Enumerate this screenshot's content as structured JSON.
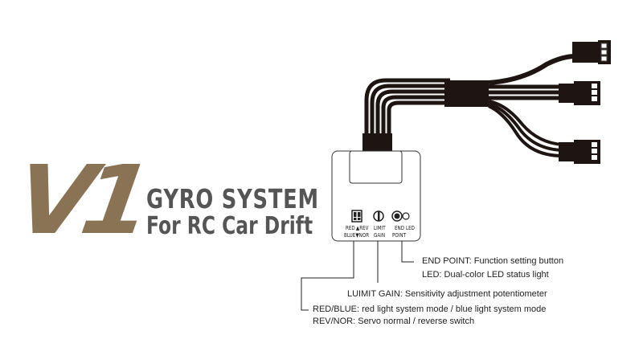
{
  "logo": {
    "mark": "V1",
    "color": "#8a7355"
  },
  "title": {
    "line1": "GYRO SYSTEM",
    "line2": "For RC Car Drift",
    "color": "#555555"
  },
  "device": {
    "switch_labels": {
      "red": "RED",
      "blue": "BLUE",
      "rev": "REV",
      "nor": "NOR"
    },
    "limit_label": {
      "line1": "LIMIT",
      "line2": "GAIN"
    },
    "end_label": {
      "line1": "END",
      "line2": "POINT"
    },
    "led_label": "LED"
  },
  "callouts": {
    "end_point": "END POINT: Function setting button",
    "led": "LED: Dual-color LED status light",
    "limit_gain": "LUIMIT GAIN: Sensitivity adjustment potentiometer",
    "red_blue": "RED/BLUE: red light system mode / blue light system mode",
    "rev_nor": "REV/NOR: Servo normal / reverse switch"
  }
}
